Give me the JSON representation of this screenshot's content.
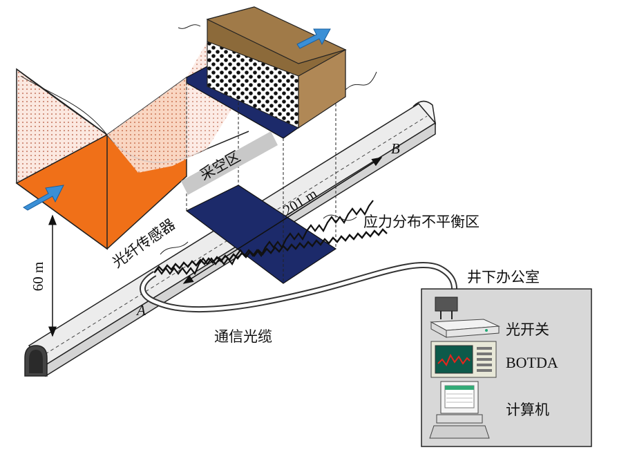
{
  "labels": {
    "goaf": "采空区",
    "length": "201 m",
    "point_a": "A",
    "point_b": "B",
    "depth": "60 m",
    "sensor": "光纤传感器",
    "stress_zone": "应力分布不平衡区",
    "cable": "通信光缆",
    "office": "井下办公室",
    "optical_switch": "光开关",
    "botda": "BOTDA",
    "computer": "计算机"
  },
  "colors": {
    "orange": "#f07018",
    "navy": "#1c2a6a",
    "brown": "#8c6a3a",
    "arrow_blue": "#3a8fd6",
    "office_bg": "#d8d8d8",
    "sensor_dots": "#c4735c"
  }
}
